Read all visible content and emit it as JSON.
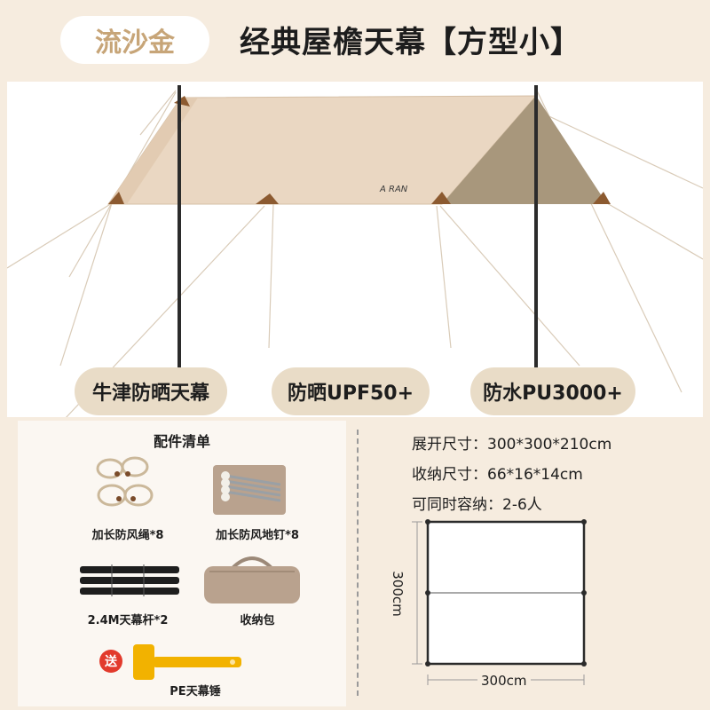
{
  "header": {
    "color_name": "流沙金",
    "title": "经典屋檐天幕【方型小】"
  },
  "hero": {
    "brand_logo": "A RAN"
  },
  "features": [
    "牛津防晒天幕",
    "防晒UPF50+",
    "防水PU3000+"
  ],
  "accessories": {
    "title": "配件清单",
    "items": [
      {
        "label": "加长防风绳*8",
        "icon": "rope-icon"
      },
      {
        "label": "加长防风地钉*8",
        "icon": "stake-bag-icon"
      },
      {
        "label": "2.4M天幕杆*2",
        "icon": "pole-icon"
      },
      {
        "label": "收纳包",
        "icon": "storage-bag-icon"
      },
      {
        "label": "PE天幕锤",
        "icon": "hammer-icon"
      }
    ],
    "gift_badge": "送"
  },
  "specs": [
    {
      "key": "展开尺寸：",
      "value": "300*300*210cm"
    },
    {
      "key": "收纳尺寸：",
      "value": "66*16*14cm"
    },
    {
      "key": "可同时容纳：",
      "value": "2-6人"
    }
  ],
  "diagram": {
    "width_label": "300cm",
    "height_label": "300cm"
  },
  "colors": {
    "background": "#f6ecdf",
    "accent_gold": "#c7a578",
    "tent_fabric": "#ead7c2",
    "tent_shade": "#a8977c"
  }
}
